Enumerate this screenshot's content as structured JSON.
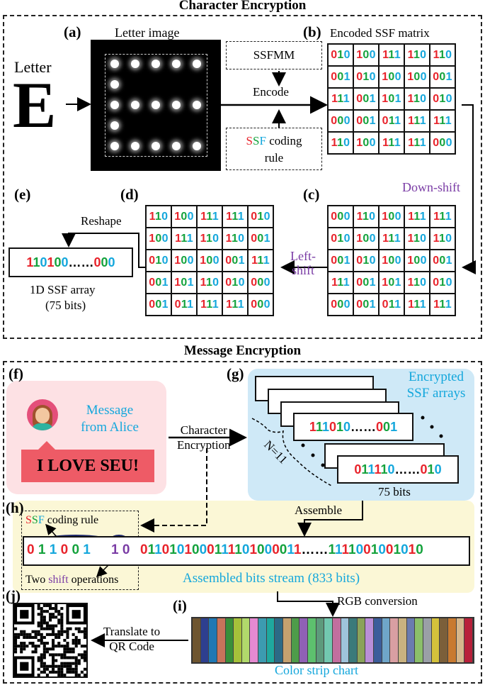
{
  "top_title": "Character Encryption",
  "bottom_title": "Message Encryption",
  "panel_a": {
    "label": "(a)",
    "caption": "Letter image",
    "letter_word": "Letter",
    "letter": "E"
  },
  "panel_b": {
    "label": "(b)",
    "caption": "Encoded SSF matrix",
    "matrix": [
      [
        "010",
        "100",
        "111",
        "110",
        "110"
      ],
      [
        "001",
        "010",
        "100",
        "100",
        "001"
      ],
      [
        "111",
        "001",
        "101",
        "110",
        "010"
      ],
      [
        "000",
        "001",
        "011",
        "111",
        "111"
      ],
      [
        "110",
        "100",
        "111",
        "111",
        "000"
      ]
    ]
  },
  "ssfmm": "SSFMM",
  "encode": "Encode",
  "ssf_rule": {
    "a": "S",
    "b": "S",
    "c": "F",
    "rest": " coding",
    "line2": "rule"
  },
  "down_shift": "Down-shift",
  "panel_c": {
    "label": "(c)",
    "matrix": [
      [
        "000",
        "110",
        "100",
        "111",
        "111"
      ],
      [
        "010",
        "100",
        "111",
        "110",
        "110"
      ],
      [
        "001",
        "010",
        "100",
        "100",
        "001"
      ],
      [
        "111",
        "001",
        "101",
        "110",
        "010"
      ],
      [
        "000",
        "001",
        "011",
        "111",
        "111"
      ]
    ]
  },
  "left_shift": {
    "line1": "Left-",
    "line2": "shift"
  },
  "panel_d": {
    "label": "(d)",
    "matrix": [
      [
        "110",
        "100",
        "111",
        "111",
        "010"
      ],
      [
        "100",
        "111",
        "110",
        "110",
        "001"
      ],
      [
        "010",
        "100",
        "100",
        "001",
        "111"
      ],
      [
        "001",
        "101",
        "110",
        "010",
        "000"
      ],
      [
        "001",
        "011",
        "111",
        "111",
        "000"
      ]
    ]
  },
  "panel_e": {
    "label": "(e)",
    "reshape": "Reshape",
    "array_start": "110100",
    "array_dots": "……",
    "array_end": "000",
    "caption1": "1D SSF array",
    "caption2": "(75 bits)"
  },
  "panel_f": {
    "label": "(f)",
    "message1": "Message",
    "message2": "from Alice",
    "banner": "I LOVE SEU!"
  },
  "char_enc": {
    "line1": "Character",
    "line2": "Encryption"
  },
  "panel_g": {
    "label": "(g)",
    "title1": "Encrypted",
    "title2": "SSF arrays",
    "front1": "111010……001",
    "front2": "011110……010",
    "n": "N=11",
    "bits": "75 bits"
  },
  "assemble": "Assemble",
  "panel_h": {
    "label": "(h)",
    "rule": "SSF coding rule",
    "shift_pre": "Two ",
    "shift_word": "shift",
    "shift_post": " operations",
    "prefix": "0 1 1 0 0 1",
    "shift_bits": "1 0",
    "stream": "0110101000111101000011……1111001001010",
    "stream_caption": "Assembled bits stream (833 bits)"
  },
  "rgb": "RGB conversion",
  "panel_i": {
    "label": "(i)",
    "caption": "Color strip chart",
    "colors": [
      "#6e5530",
      "#2e3f8f",
      "#1f78b4",
      "#c9735b",
      "#3a8f3a",
      "#a6c13a",
      "#b1d96b",
      "#e58ad1",
      "#3c9bb0",
      "#1fa89e",
      "#2b6a86",
      "#c4a16f",
      "#4e9c4a",
      "#8f61b5",
      "#5dc06e",
      "#5d9a7c",
      "#72c8b0",
      "#c26e9e",
      "#9fc3db",
      "#3a7a7a",
      "#8aa35a",
      "#b98fd8",
      "#3b5d9a",
      "#6fa6c9",
      "#d99fa2",
      "#c9b280",
      "#6a7bb0",
      "#8bbf6a",
      "#9a9fa7",
      "#d4c13b",
      "#7b5f3a",
      "#c87a30",
      "#d6b78c",
      "#b8203a"
    ]
  },
  "panel_j": {
    "label": "(j)",
    "translate1": "Translate to",
    "translate2": "QR Code"
  }
}
